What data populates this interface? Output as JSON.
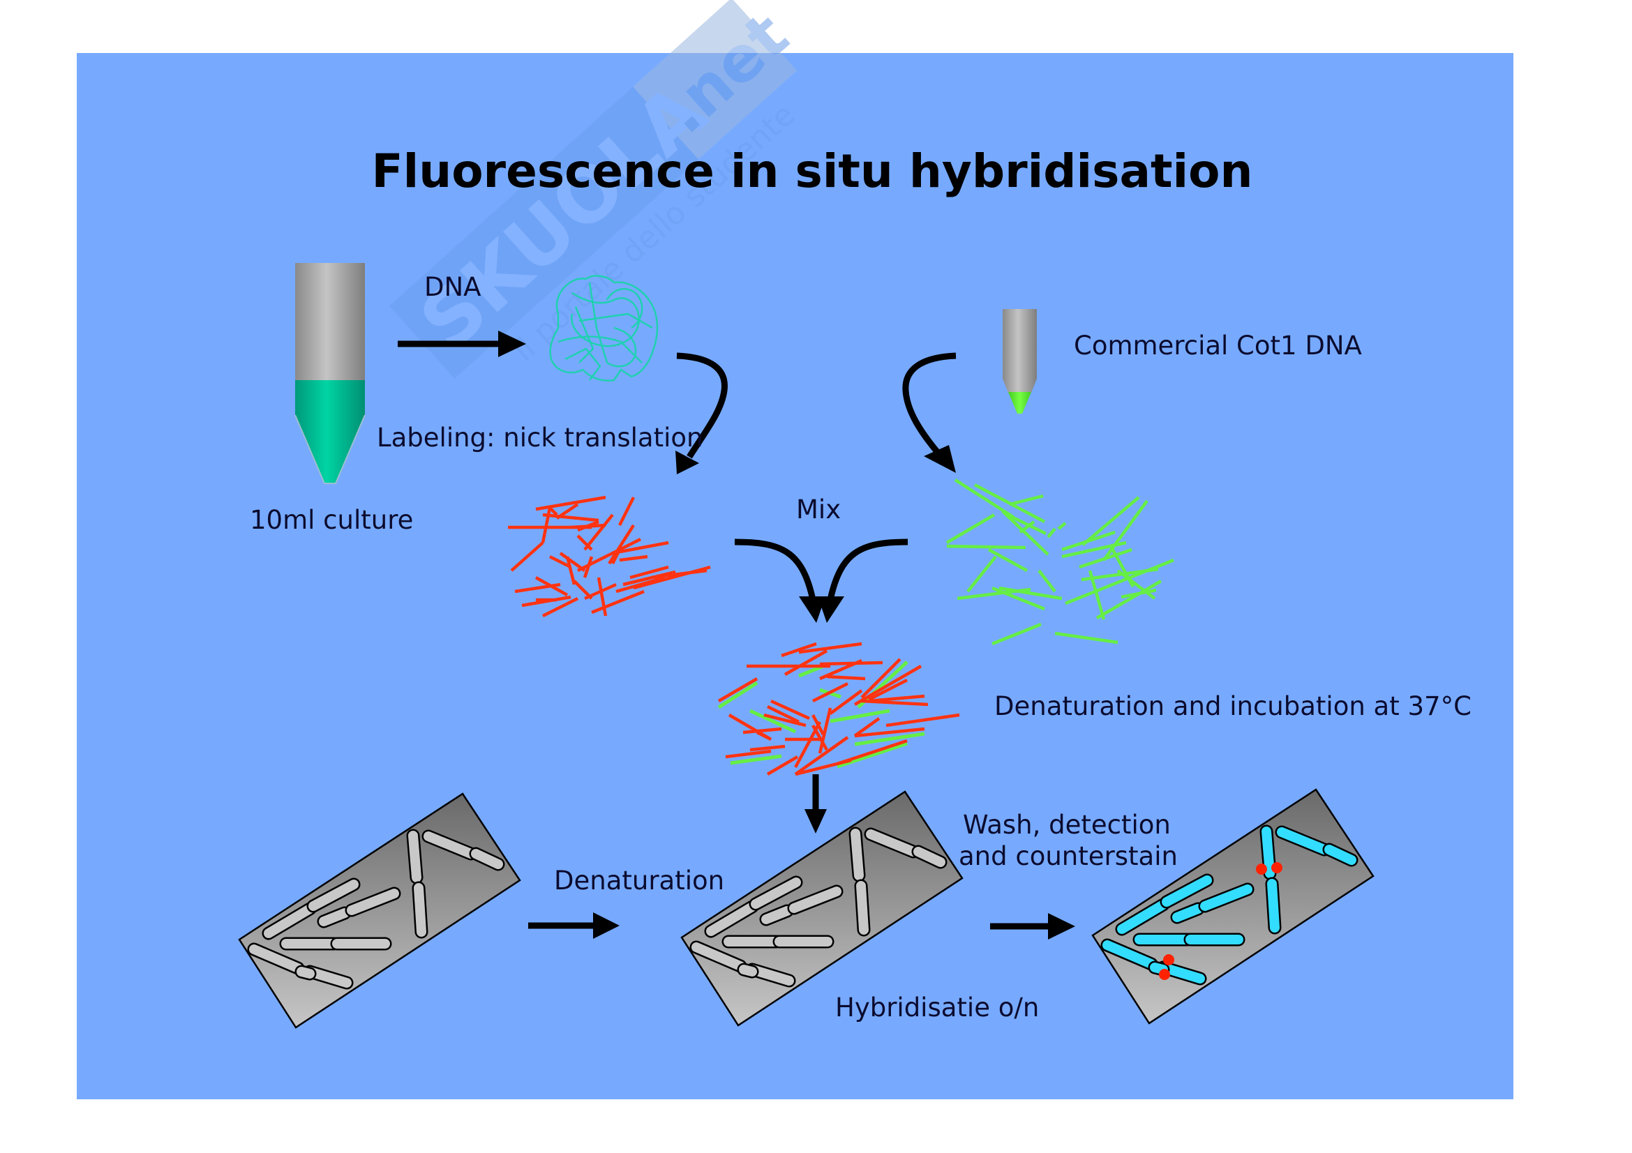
{
  "slide": {
    "title": "Fluorescence in situ hybridisation",
    "background_color": "#77aaff"
  },
  "watermark": {
    "brand": "SKUOLA",
    "suffix": ".net",
    "tagline": "il portale dello studente"
  },
  "labels": {
    "dna": "DNA",
    "culture": "10ml culture",
    "labeling": "Labeling: nick translation",
    "cot1": "Commercial Cot1 DNA",
    "mix": "Mix",
    "denat_incubation": "Denaturation and incubation at 37°C",
    "denaturation": "Denaturation",
    "wash_line1": "Wash, detection",
    "wash_line2": "and counterstain",
    "hybridisation": "Hybridisatie o/n"
  },
  "colors": {
    "culture_liquid": "#00cc99",
    "dna_tangle": "#1fd0b0",
    "labeled_probe": "#ff3311",
    "cot1_dna": "#66ee44",
    "chromosome_unstained": "#c8c8c8",
    "chromosome_counterstained": "#33ddff",
    "signal_dot": "#ff2200"
  },
  "steps": [
    {
      "id": "culture",
      "label_key": "culture"
    },
    {
      "id": "dna-extraction",
      "label_key": "dna"
    },
    {
      "id": "labeling",
      "label_key": "labeling"
    },
    {
      "id": "cot1",
      "label_key": "cot1"
    },
    {
      "id": "mix",
      "label_key": "mix"
    },
    {
      "id": "denaturation-incubation",
      "label_key": "denat_incubation"
    },
    {
      "id": "slide-denaturation",
      "label_key": "denaturation"
    },
    {
      "id": "hybridisation",
      "label_key": "hybridisation"
    },
    {
      "id": "wash-detection",
      "label_key": "wash_line1"
    }
  ]
}
